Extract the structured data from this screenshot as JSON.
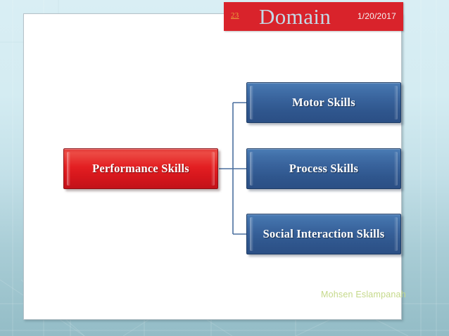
{
  "slide": {
    "header": {
      "slide_number": "23",
      "title": "Domain",
      "date": "1/20/2017",
      "banner_color": "#d9232b",
      "title_color": "#c3d9e6",
      "number_color": "#e8a33d"
    },
    "footer": {
      "author": "Mohsen Eslampanah",
      "color": "#c5d98a"
    },
    "background": {
      "gradient_top": "#d9eef4",
      "gradient_bottom": "#93bcc6",
      "content_area_color": "#ffffff"
    }
  },
  "diagram": {
    "type": "hierarchy",
    "root": {
      "label": "Performance Skills",
      "fill": "#e31f22",
      "text_color": "#ffffff"
    },
    "children": [
      {
        "label": "Motor Skills",
        "fill": "#37619a",
        "text_color": "#ffffff"
      },
      {
        "label": "Process Skills",
        "fill": "#37619a",
        "text_color": "#ffffff"
      },
      {
        "label": "Social Interaction Skills",
        "fill": "#37619a",
        "text_color": "#ffffff"
      }
    ],
    "connector_color": "#4a6f9e"
  }
}
